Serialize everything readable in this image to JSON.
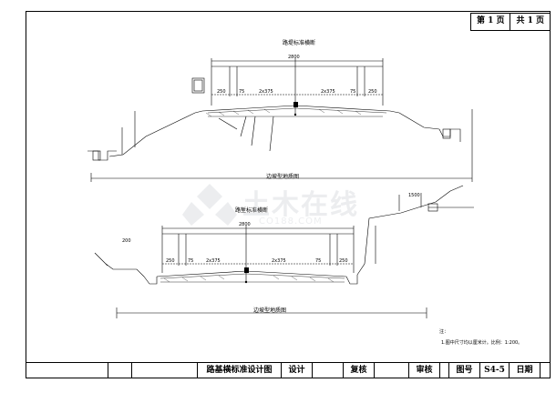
{
  "page_info": {
    "sheet": "第 1 页",
    "total": "共 1 页"
  },
  "title_block": {
    "title": "路基横标准设计图",
    "design": "设计",
    "review": "复核",
    "approve": "审核",
    "drawing_no_label": "图号",
    "drawing_no": "S4-5",
    "date_label": "日期"
  },
  "section_top": {
    "heading": "路堤标准横断",
    "total_width": "2800",
    "dims": [
      "250",
      "75",
      "2x375",
      "2x375",
      "75",
      "250"
    ],
    "bottom_caption": "边坡型地质图"
  },
  "section_bottom": {
    "heading": "路堑标准横断",
    "total_width": "2800",
    "dims": [
      "250",
      "75",
      "2x375",
      "2x375",
      "75",
      "250"
    ],
    "bottom_caption": "边坡型地质图",
    "right_dim": "1500",
    "left_dim": "200"
  },
  "note": "注：",
  "note_text": "1.图中尺寸均以厘米计。比例：1:200。",
  "watermark": {
    "text": "土木在线",
    "url": "CO188.COM",
    "colors": {
      "primary": "#c9cdd2"
    }
  }
}
